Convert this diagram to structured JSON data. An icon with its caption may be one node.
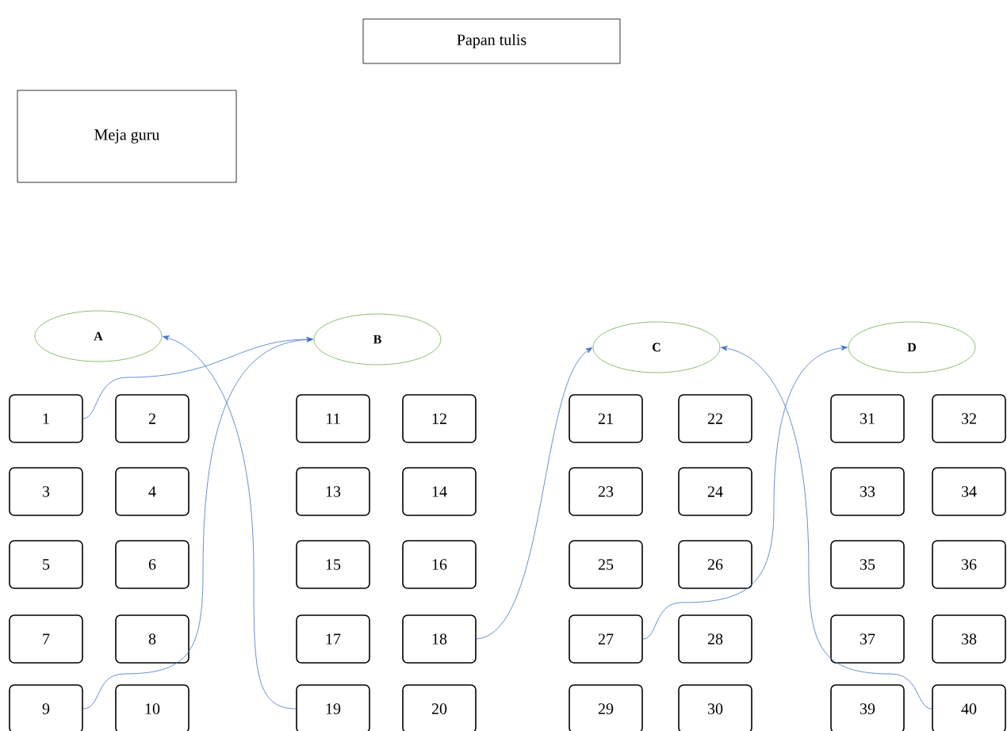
{
  "diagram": {
    "nodes": [
      {
        "text": [
          "Papan tulis"
        ]
      },
      {
        "text": [
          "Meja guru"
        ]
      },
      {
        "text": [
          "A"
        ]
      },
      {
        "text": [
          "B"
        ]
      },
      {
        "text": [
          "C"
        ]
      },
      {
        "text": [
          "D"
        ]
      },
      {
        "text": [
          "1"
        ]
      },
      {
        "text": [
          "2"
        ]
      },
      {
        "text": [
          "3"
        ]
      },
      {
        "text": [
          "4"
        ]
      },
      {
        "text": [
          "5"
        ]
      },
      {
        "text": [
          "6"
        ]
      },
      {
        "text": [
          "7"
        ]
      },
      {
        "text": [
          "8"
        ]
      },
      {
        "text": [
          "9"
        ]
      },
      {
        "text": [
          "10"
        ]
      },
      {
        "text": [
          "11"
        ]
      },
      {
        "text": [
          "12"
        ]
      },
      {
        "text": [
          "13"
        ]
      },
      {
        "text": [
          "14"
        ]
      },
      {
        "text": [
          "15"
        ]
      },
      {
        "text": [
          "16"
        ]
      },
      {
        "text": [
          "17"
        ]
      },
      {
        "text": [
          "18"
        ]
      },
      {
        "text": [
          "19"
        ]
      },
      {
        "text": [
          "20"
        ]
      },
      {
        "text": [
          "21"
        ]
      },
      {
        "text": [
          "22"
        ]
      },
      {
        "text": [
          "23"
        ]
      },
      {
        "text": [
          "24"
        ]
      },
      {
        "text": [
          "25"
        ]
      },
      {
        "text": [
          "26"
        ]
      },
      {
        "text": [
          "27"
        ]
      },
      {
        "text": [
          "28"
        ]
      },
      {
        "text": [
          "29"
        ]
      },
      {
        "text": [
          "30"
        ]
      },
      {
        "text": [
          "31"
        ]
      },
      {
        "text": [
          "32"
        ]
      },
      {
        "text": [
          "33"
        ]
      },
      {
        "text": [
          "34"
        ]
      },
      {
        "text": [
          "35"
        ]
      },
      {
        "text": [
          "36"
        ]
      },
      {
        "text": [
          "37"
        ]
      },
      {
        "text": [
          "38"
        ]
      },
      {
        "text": [
          "39"
        ]
      },
      {
        "text": [
          "40"
        ]
      }
    ],
    "edges": [
      {
        "from": 6,
        "to": 3,
        "arrow": "to"
      },
      {
        "from": 14,
        "to": 3,
        "arrow": "to"
      },
      {
        "from": 24,
        "to": 2,
        "arrow": "to"
      },
      {
        "from": 23,
        "to": 4,
        "arrow": "to"
      },
      {
        "from": 32,
        "to": 5,
        "arrow": "to"
      },
      {
        "from": 45,
        "to": 4,
        "arrow": "to"
      }
    ]
  }
}
